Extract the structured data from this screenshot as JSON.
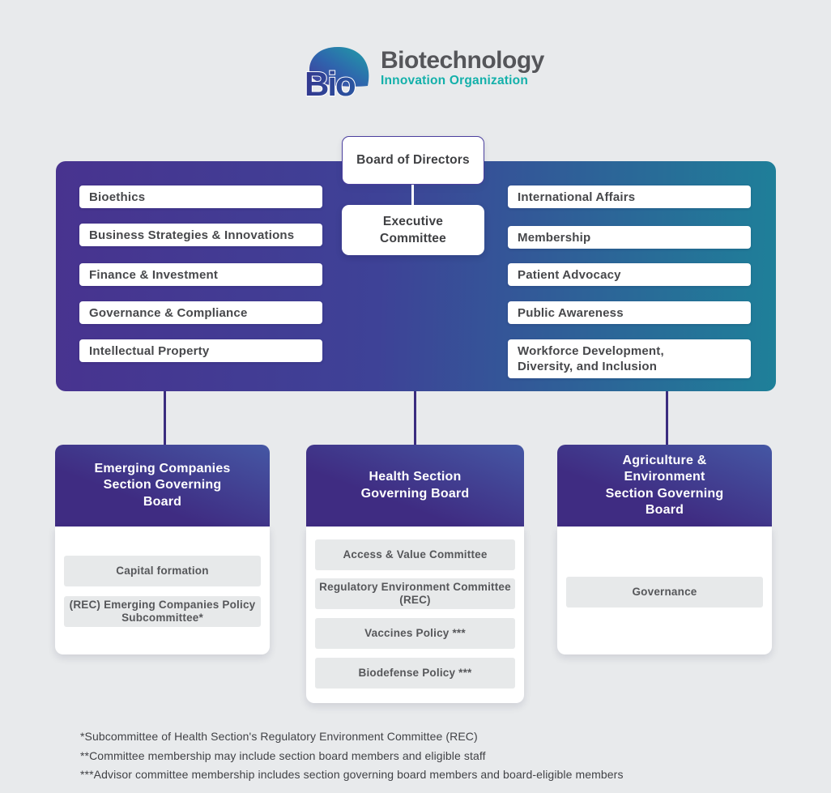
{
  "logo": {
    "mark": "Bio",
    "title": "Biotechnology",
    "subtitle": "Innovation Organization"
  },
  "org": {
    "board_of_directors": "Board of Directors",
    "executive_committee": "Executive Committee",
    "committees_left": [
      "Bioethics",
      "Business Strategies & Innovations",
      "Finance & Investment",
      "Governance & Compliance",
      "Intellectual Property"
    ],
    "committees_right": [
      "International Affairs",
      "Membership",
      "Patient Advocacy",
      "Public Awareness",
      "Workforce Development, Diversity, and Inclusion"
    ],
    "boards": [
      {
        "title": "Emerging Companies Section Governing Board",
        "items": [
          "Capital formation",
          "(REC) Emerging Companies Policy Subcommittee*"
        ]
      },
      {
        "title": "Health Section Governing Board",
        "items": [
          "Access & Value Committee",
          "Regulatory Environment Committee (REC)",
          "Vaccines Policy ***",
          "Biodefense Policy ***"
        ]
      },
      {
        "title": "Agriculture & Environment Section Governing Board",
        "items": [
          "Governance"
        ]
      }
    ],
    "footnotes": [
      "*Subcommittee of Health Section's Regulatory Environment Committee (REC)",
      "**Committee membership may include section board members and eligible staff",
      "***Advisor committee membership includes section governing board members and board-eligible members"
    ]
  },
  "colors": {
    "background": "#e8eaec",
    "panel_gradient_left": "#48338f",
    "panel_gradient_right": "#1e8099",
    "board_header_purple": "#3f2c82",
    "board_header_blue": "#4557a4",
    "connector_purple": "#3a2c7f",
    "accent_teal": "#13b0aa",
    "title_gray": "#55565a"
  }
}
